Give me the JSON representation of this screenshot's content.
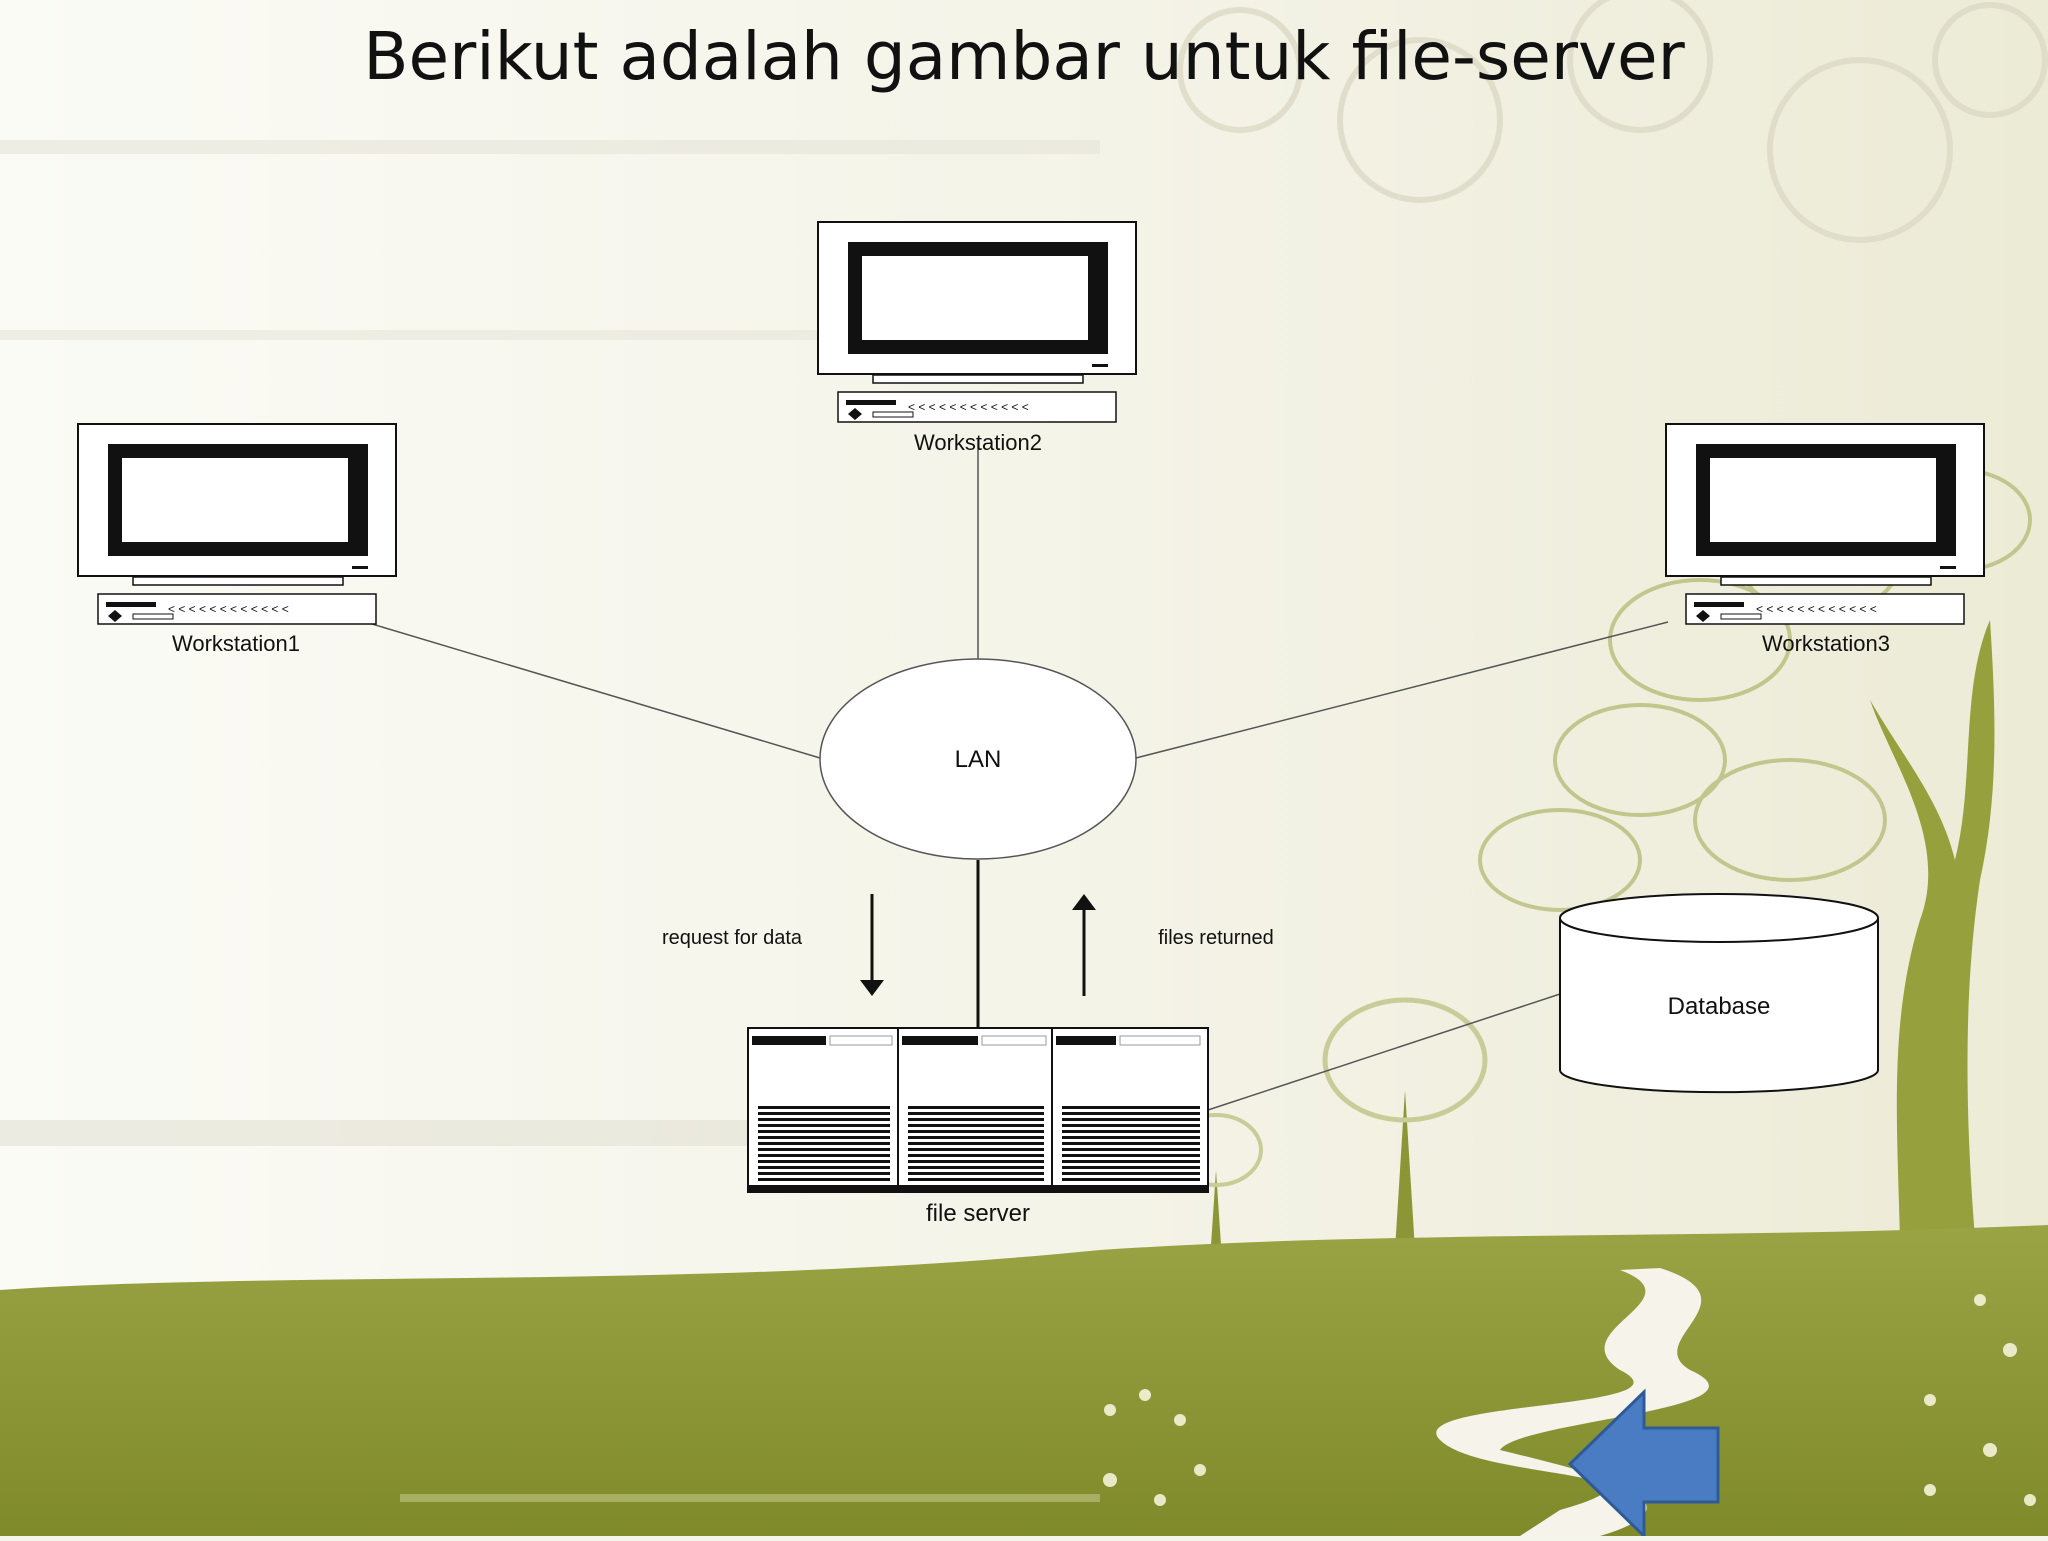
{
  "slide": {
    "title": "Berikut adalah gambar untuk file-server"
  },
  "diagram": {
    "nodes": {
      "workstation1": "Workstation1",
      "workstation2": "Workstation2",
      "workstation3": "Workstation3",
      "lan": "LAN",
      "file_server": "file server",
      "database": "Database"
    },
    "arrows": {
      "request": "request for data",
      "returned": "files returned"
    }
  },
  "colors": {
    "background": "#f6f5ec",
    "grass": "#8f9a34",
    "tree": "#96a03c",
    "back_arrow": "#4a7cc4"
  },
  "icons": {
    "back_button": "left-arrow-icon"
  }
}
